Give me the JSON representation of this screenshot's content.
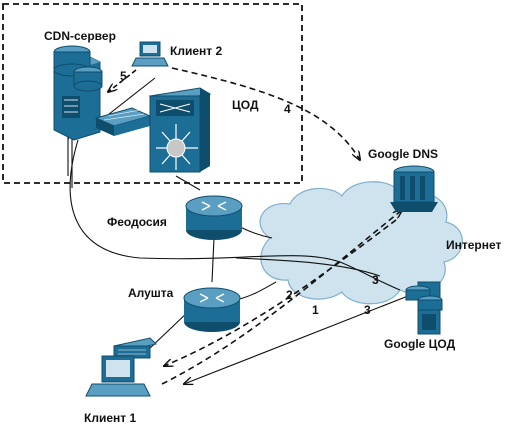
{
  "labels": {
    "cdn_server": "CDN-сервер",
    "client2": "Клиент 2",
    "dc": "ЦОД",
    "google_dns": "Google DNS",
    "feodosia": "Феодосия",
    "internet": "Интернет",
    "alushta": "Алушта",
    "google_dc": "Google ЦОД",
    "client1": "Клиент 1"
  },
  "steps": {
    "s1": "1",
    "s2": "2",
    "s3a": "3",
    "s3b": "3",
    "s4": "4",
    "s5": "5"
  },
  "colors": {
    "device_blue": "#1c6e96",
    "device_dark": "#0f4d6c",
    "device_light": "#5a9fc2",
    "cloud_fill": "#cfe3ef",
    "line": "#111111"
  }
}
